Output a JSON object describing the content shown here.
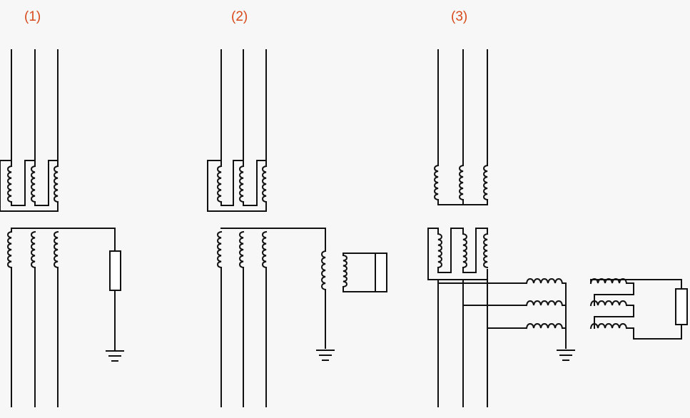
{
  "labels": {
    "fig1": "(1)",
    "fig2": "(2)",
    "fig3": "(3)"
  },
  "colors": {
    "label": "#d84a1b",
    "line": "#111111",
    "background": "#f7f7f7"
  },
  "icons": [
    "ground-icon",
    "resistor-icon",
    "coil-icon"
  ]
}
